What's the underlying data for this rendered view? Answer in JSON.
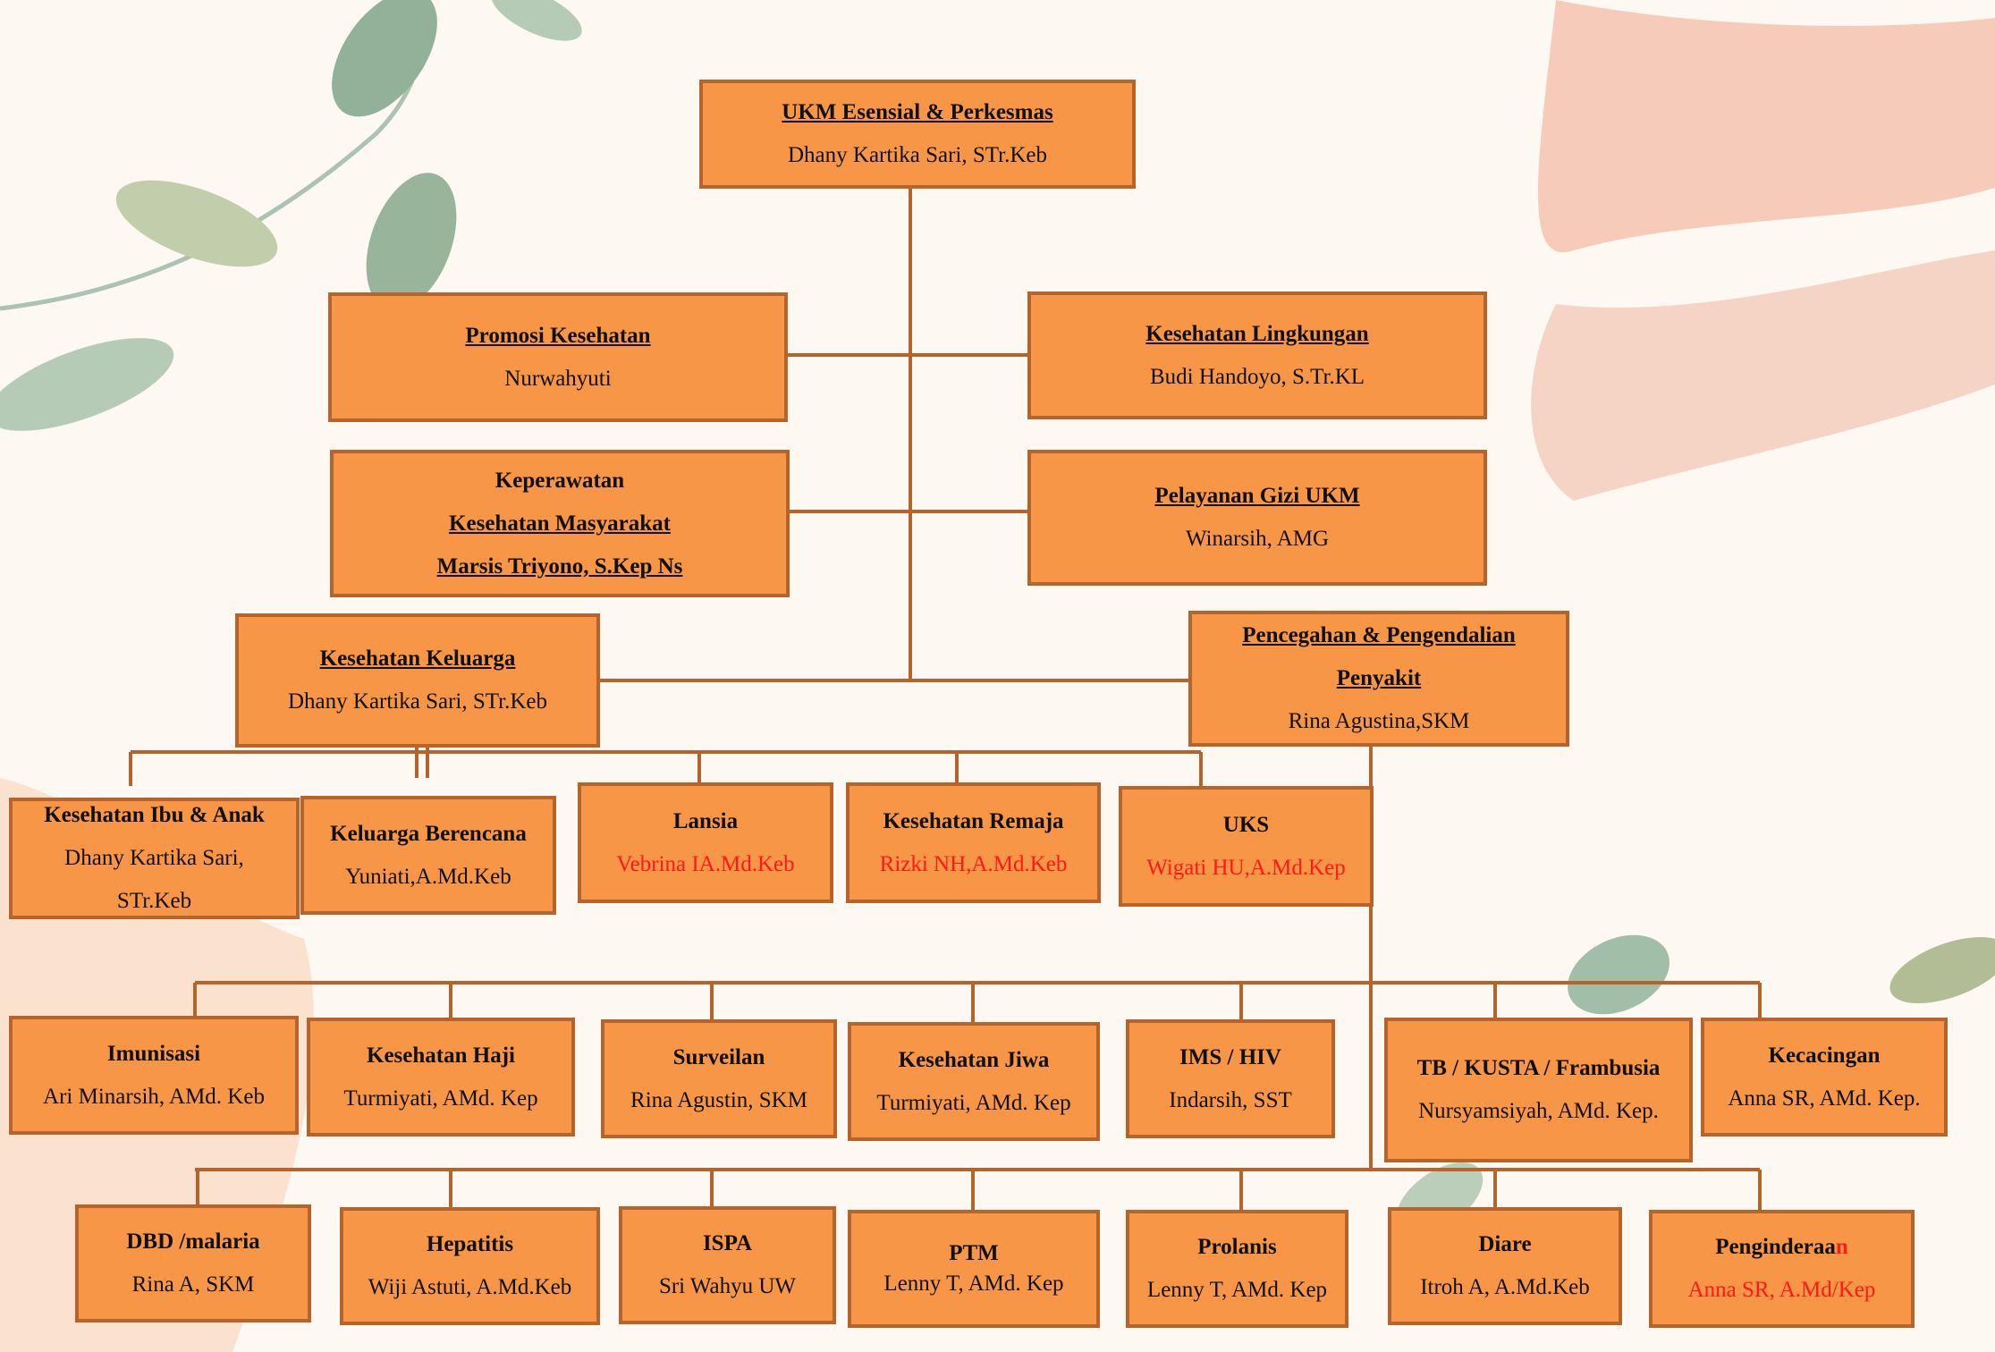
{
  "colors": {
    "box_fill": "#f79646",
    "box_border": "#b7642c",
    "connector": "#b7642c",
    "highlight_text": "#ff1a1a",
    "background": "#fdf8f2"
  },
  "org": {
    "head": {
      "title": "UKM Esensial & Perkesmas",
      "name": "Dhany Kartika Sari, STr.Keb"
    },
    "promkes": {
      "title": "Promosi Kesehatan",
      "name": "Nurwahyuti"
    },
    "kesling": {
      "title": "Kesehatan Lingkungan",
      "name": "Budi Handoyo, S.Tr.KL"
    },
    "perkesmas": {
      "line1": "Keperawatan",
      "line2": "Kesehatan Masyarakat",
      "line3": "Marsis Triyono, S.Kep Ns"
    },
    "gizi": {
      "title": "Pelayanan Gizi UKM",
      "name": "Winarsih, AMG"
    },
    "kesga": {
      "title": "Kesehatan Keluarga",
      "name": "Dhany Kartika Sari, STr.Keb"
    },
    "p2p": {
      "title1": "Pencegahan & Pengendalian",
      "title2": "Penyakit",
      "name": "Rina Agustina,SKM"
    },
    "kia": {
      "title": "Kesehatan Ibu & Anak",
      "name1": "Dhany Kartika Sari,",
      "name2": "STr.Keb"
    },
    "kb": {
      "title": "Keluarga Berencana",
      "name": "Yuniati,A.Md.Keb"
    },
    "lansia": {
      "title": "Lansia",
      "name": "Vebrina IA.Md.Keb"
    },
    "remaja": {
      "title": "Kesehatan Remaja",
      "name": "Rizki NH,A.Md.Keb"
    },
    "uks": {
      "title": "UKS",
      "name": "Wigati HU,A.Md.Kep"
    },
    "imunisasi": {
      "title": "Imunisasi",
      "name": "Ari Minarsih, AMd. Keb"
    },
    "haji": {
      "title": "Kesehatan Haji",
      "name": "Turmiyati, AMd. Kep"
    },
    "surveilan": {
      "title": "Surveilan",
      "name": "Rina Agustin, SKM"
    },
    "jiwa": {
      "title": "Kesehatan Jiwa",
      "name": "Turmiyati, AMd. Kep"
    },
    "ims": {
      "title": "IMS / HIV",
      "name": "Indarsih, SST"
    },
    "tb": {
      "title": "TB / KUSTA / Frambusia",
      "name": "Nursyamsiyah, AMd. Kep."
    },
    "kecacingan": {
      "title": "Kecacingan",
      "name": "Anna SR, AMd. Kep."
    },
    "dbd": {
      "title": "DBD /malaria",
      "name": "Rina A, SKM"
    },
    "hepatitis": {
      "title": "Hepatitis",
      "name": "Wiji Astuti, A.Md.Keb"
    },
    "ispa": {
      "title": "ISPA",
      "name": "Sri Wahyu UW"
    },
    "ptm": {
      "title": "PTM",
      "name": "Lenny T, AMd. Kep"
    },
    "prolanis": {
      "title": "Prolanis",
      "name": "Lenny T, AMd. Kep"
    },
    "diare": {
      "title": "Diare",
      "name": "Itroh A, A.Md.Keb"
    },
    "penginderaan": {
      "title_main": "Penginderaa",
      "title_end": "n",
      "name": "Anna SR, A.Md/Kep"
    }
  }
}
